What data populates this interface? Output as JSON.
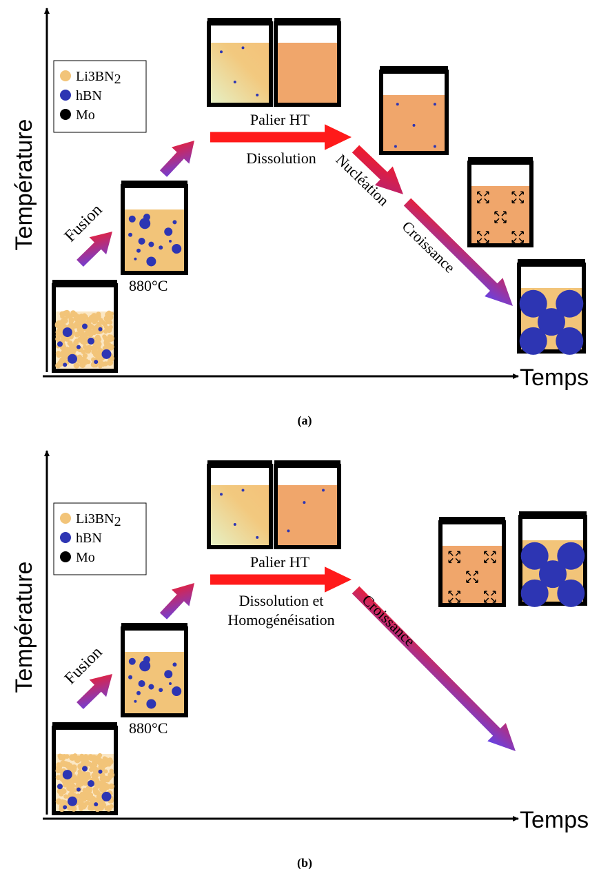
{
  "panels": [
    {
      "id": "a",
      "caption": "(a)",
      "y_axis_label": "Température",
      "x_axis_label": "Temps",
      "legend": [
        {
          "label": "Li3BN2",
          "color": "#f2c479"
        },
        {
          "label": "hBN",
          "color": "#2d35b3"
        },
        {
          "label": "Mo",
          "color": "#000000"
        }
      ],
      "steps": {
        "fusion": "Fusion",
        "melt_temp": "880°C",
        "plateau": "Palier HT",
        "dissolution": "Dissolution",
        "dissolution_line2": "",
        "nucleation": "Nucléation",
        "growth": "Croissance"
      }
    },
    {
      "id": "b",
      "caption": "(b)",
      "y_axis_label": "Température",
      "x_axis_label": "Temps",
      "legend": [
        {
          "label": "Li3BN2",
          "color": "#f2c479"
        },
        {
          "label": "hBN",
          "color": "#2d35b3"
        },
        {
          "label": "Mo",
          "color": "#000000"
        }
      ],
      "steps": {
        "fusion": "Fusion",
        "melt_temp": "880°C",
        "plateau": "Palier HT",
        "dissolution": "Dissolution et",
        "dissolution_line2": "Homogénéisation",
        "nucleation": "",
        "growth": "Croissance"
      }
    }
  ],
  "colors": {
    "li3bn2": "#f2c479",
    "hbn": "#2d35b3",
    "liquid": "#f0a66b",
    "arrow_red": "#ff1a1a",
    "arrow_blue": "#5a3ff0"
  }
}
